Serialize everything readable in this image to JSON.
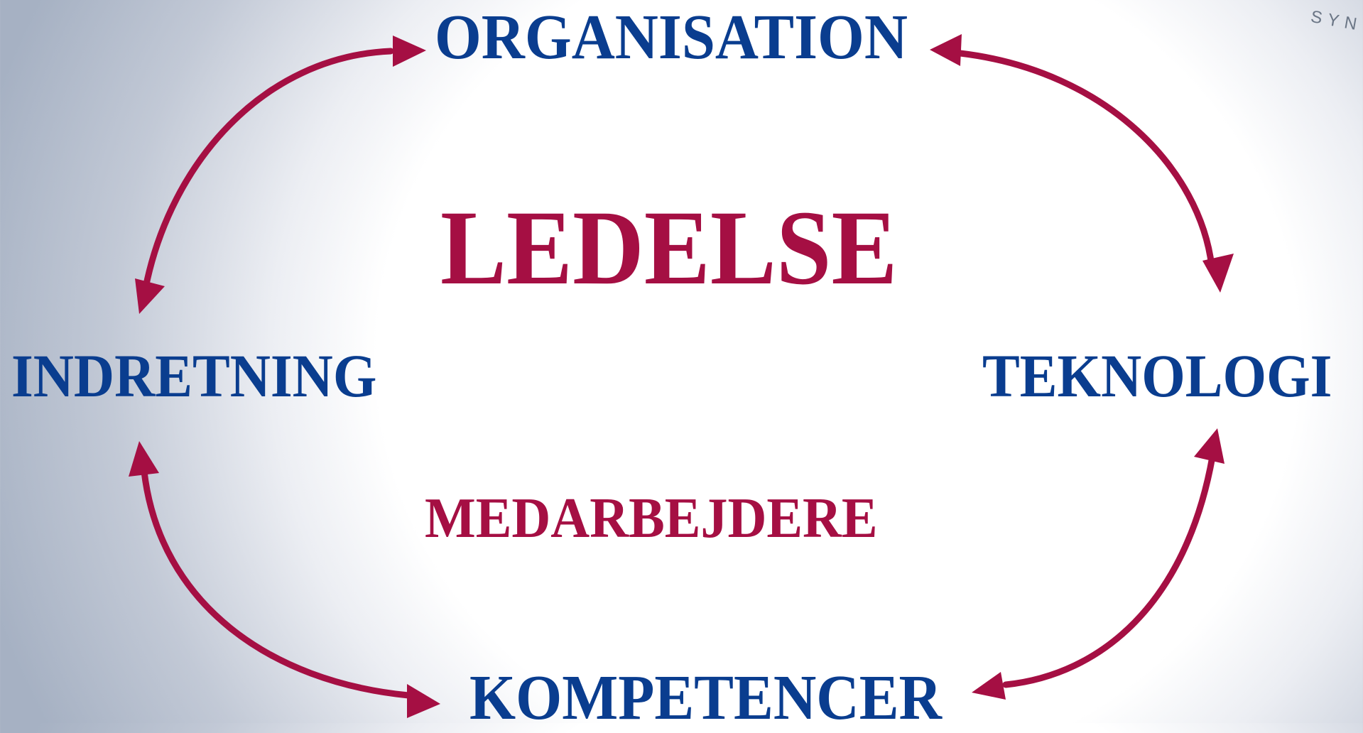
{
  "title": "LEDELSE",
  "subtitle": "MEDARBEJDERE",
  "nodes": {
    "top": "ORGANISATION",
    "left": "INDRETNING",
    "right": "TEKNOLOGI",
    "bottom": "KOMPETENCER"
  },
  "logo_fragment": "SYN",
  "colors": {
    "node_text": "#0a3d8f",
    "center_text": "#a50f43",
    "arrows": "#a50f43"
  },
  "icons": [
    "double-headed-arrow"
  ]
}
